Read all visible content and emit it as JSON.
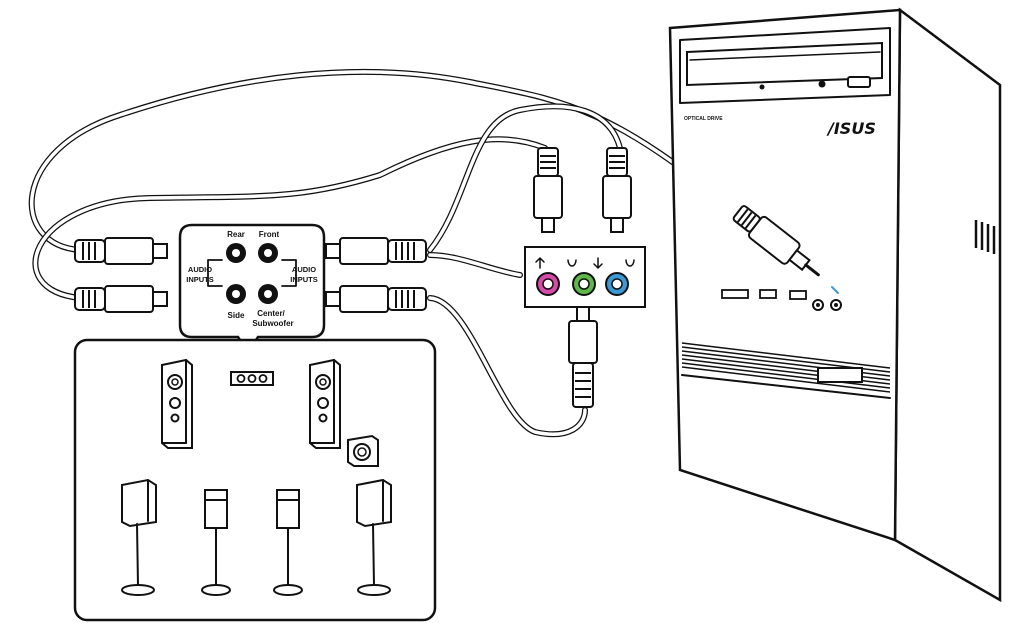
{
  "amp": {
    "port_top_left": "Rear",
    "port_top_right": "Front",
    "port_bottom_left": "Side",
    "port_bottom_right_1": "Center/",
    "port_bottom_right_2": "Subwoofer",
    "inputs_left_1": "AUDIO",
    "inputs_left_2": "INPUTS",
    "inputs_right_1": "AUDIO",
    "inputs_right_2": "INPUTS"
  },
  "computer": {
    "brand": "/ISUS"
  },
  "colors": {
    "jack_pink": "#d84aa8",
    "jack_green": "#5fb84a",
    "jack_blue": "#3a9ad8",
    "line": "#111111",
    "bezel": "#e9e9e9"
  }
}
